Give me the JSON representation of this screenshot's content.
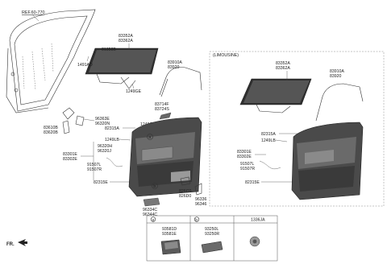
{
  "reference": "REF.60-770",
  "left_assembly_labels": [
    {
      "key": "mod_a",
      "text": "83352A"
    },
    {
      "key": "mod_b",
      "text": "83362A"
    },
    {
      "key": "c81358",
      "text": "81358B"
    },
    {
      "key": "c1491",
      "text": "1491AD"
    },
    {
      "key": "weather_a",
      "text": "83910A"
    },
    {
      "key": "weather_b",
      "text": "83920"
    },
    {
      "key": "c1249ge_1",
      "text": "1249GE"
    },
    {
      "key": "c83714",
      "text": "83714F"
    },
    {
      "key": "c83724",
      "text": "83724S"
    },
    {
      "key": "c1249ge_2",
      "text": "1249GE"
    },
    {
      "key": "c96363",
      "text": "96363E"
    },
    {
      "key": "c96320",
      "text": "96320N"
    },
    {
      "key": "c83610",
      "text": "83610B"
    },
    {
      "key": "c83620",
      "text": "83620B"
    },
    {
      "key": "c82315a",
      "text": "82315A"
    },
    {
      "key": "c1249lb",
      "text": "1249LB"
    },
    {
      "key": "c96320h",
      "text": "96320H"
    },
    {
      "key": "c96320j",
      "text": "96320J"
    },
    {
      "key": "c83301",
      "text": "83301E"
    },
    {
      "key": "c83302",
      "text": "83302E"
    },
    {
      "key": "c91507l",
      "text": "91507L"
    },
    {
      "key": "c91507r",
      "text": "91507R"
    },
    {
      "key": "c82315e",
      "text": "82315E"
    },
    {
      "key": "c826co",
      "text": "826C0"
    },
    {
      "key": "c826d0",
      "text": "826D0"
    },
    {
      "key": "c96336",
      "text": "96336"
    },
    {
      "key": "c96346",
      "text": "96346"
    },
    {
      "key": "c96334",
      "text": "96334C"
    },
    {
      "key": "c96344",
      "text": "96344C"
    }
  ],
  "limousine": {
    "title": "(LIMOUSINE)",
    "labels": [
      {
        "key": "mod_a",
        "text": "83352A"
      },
      {
        "key": "mod_b",
        "text": "83362A"
      },
      {
        "key": "weather_a",
        "text": "83910A"
      },
      {
        "key": "weather_b",
        "text": "83920"
      },
      {
        "key": "c82315a",
        "text": "82315A"
      },
      {
        "key": "c1249lb",
        "text": "1249LB"
      },
      {
        "key": "c83301",
        "text": "83301E"
      },
      {
        "key": "c83302",
        "text": "83302E"
      },
      {
        "key": "c91507l",
        "text": "91507L"
      },
      {
        "key": "c91507r",
        "text": "91507R"
      },
      {
        "key": "c82315e",
        "text": "82315E"
      }
    ]
  },
  "callouts": {
    "a": "a",
    "b": "b"
  },
  "parts_table": [
    {
      "marker": "a",
      "parts": [
        "93581D",
        "93581E"
      ]
    },
    {
      "marker": "b",
      "parts": [
        "93250L",
        "93250R"
      ]
    },
    {
      "marker": "",
      "parts": [
        "1336JA"
      ]
    }
  ],
  "direction": "FR."
}
